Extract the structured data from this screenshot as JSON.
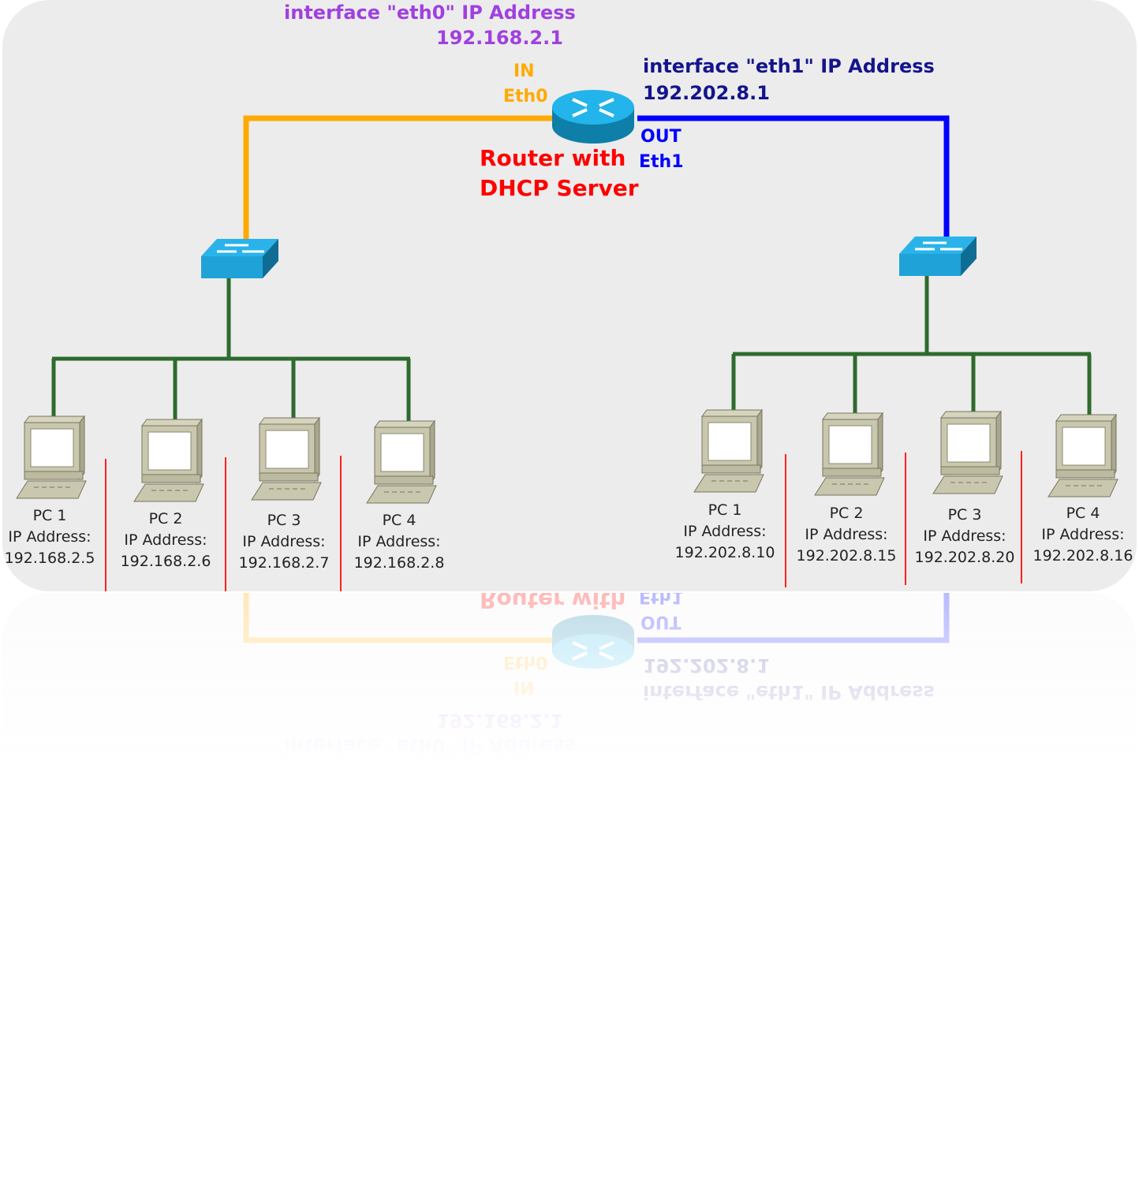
{
  "router": {
    "label_line1": "Router with",
    "label_line2": "DHCP Server",
    "eth0": {
      "title": "interface \"eth0\" IP Address",
      "ip": "192.168.2.1",
      "direction": "IN",
      "port": "Eth0",
      "link_color": "#ffaa00",
      "label_color": "#a040e0"
    },
    "eth1": {
      "title": "interface \"eth1\" IP Address",
      "ip": "192.202.8.1",
      "direction": "OUT",
      "port": "Eth1",
      "link_color": "#0000ff",
      "label_color": "#14148c"
    }
  },
  "colors": {
    "router_label": "#ff0000",
    "lan_link": "#2e6b2e",
    "separator": "#ff2020"
  },
  "left_lan": {
    "switch": "switch-icon",
    "pcs": [
      {
        "name": "PC 1",
        "ip_label": "IP Address:",
        "ip": "192.168.2.5"
      },
      {
        "name": "PC 2",
        "ip_label": "IP Address:",
        "ip": "192.168.2.6"
      },
      {
        "name": "PC 3",
        "ip_label": "IP Address:",
        "ip": "192.168.2.7"
      },
      {
        "name": "PC 4",
        "ip_label": "IP Address:",
        "ip": "192.168.2.8"
      }
    ]
  },
  "right_lan": {
    "switch": "switch-icon",
    "pcs": [
      {
        "name": "PC 1",
        "ip_label": "IP Address:",
        "ip": "192.202.8.10"
      },
      {
        "name": "PC 2",
        "ip_label": "IP Address:",
        "ip": "192.202.8.15"
      },
      {
        "name": "PC 3",
        "ip_label": "IP Address:",
        "ip": "192.202.8.20"
      },
      {
        "name": "PC 4",
        "ip_label": "IP Address:",
        "ip": "192.202.8.16"
      }
    ]
  }
}
